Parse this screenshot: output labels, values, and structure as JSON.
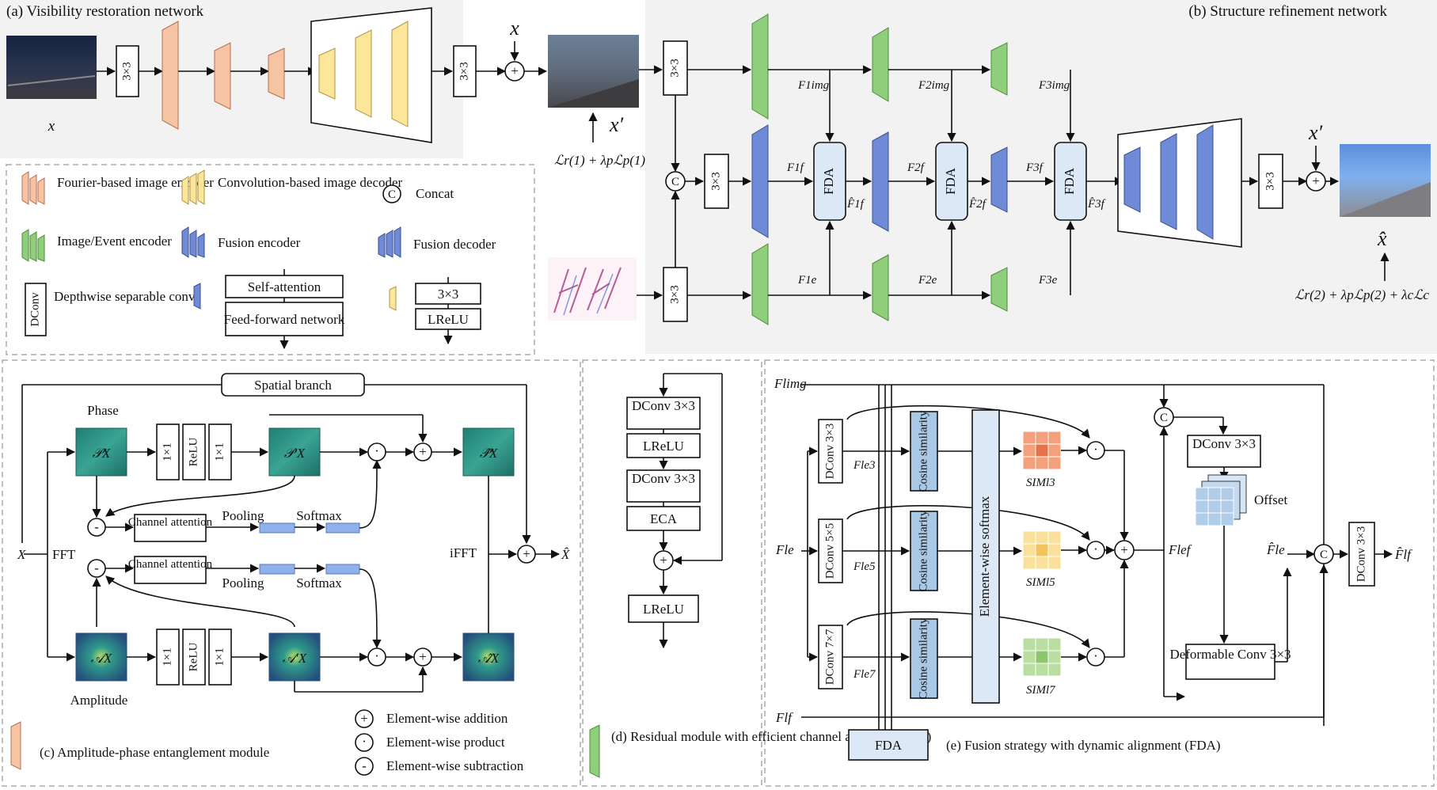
{
  "panels": {
    "a": "(a) Visibility restoration network",
    "b": "(b) Structure refinement network",
    "c": "(c) Amplitude-phase entanglement module",
    "d": "(d) Residual module with efficient channel attention (ECA)",
    "e": "(e) Fusion strategy with dynamic alignment (FDA)"
  },
  "legend": {
    "fourier_encoder": "Fourier-based image encoder",
    "conv_decoder": "Convolution-based image decoder",
    "concat": "Concat",
    "concat_symbol": "C",
    "image_event_encoder": "Image/Event encoder",
    "fusion_encoder": "Fusion encoder",
    "fusion_decoder": "Fusion decoder",
    "dconv": "DConv",
    "dconv_desc": "Depthwise separable conv",
    "self_attention": "Self-attention",
    "ffn": "Feed-forward network",
    "conv33": "3×3",
    "lrelu": "LReLU"
  },
  "ops": {
    "conv": "3×3",
    "conv11": "1×1",
    "relu": "ReLU",
    "fda": "FDA",
    "fft": "FFT",
    "ifft": "iFFT",
    "spatial_branch": "Spatial branch",
    "channel_attention": "Channel attention",
    "pooling": "Pooling",
    "softmax": "Softmax",
    "phase": "Phase",
    "amplitude": "Amplitude",
    "dconv33": "DConv 3×3",
    "dconv55": "DConv 5×5",
    "dconv77": "DConv 7×7",
    "eca": "ECA",
    "cosine": "Cosine similarity",
    "elem_softmax": "Element-wise softmax",
    "offset": "Offset",
    "deformable": "Deformable Conv 3×3"
  },
  "symbols": {
    "x": "x",
    "x_prime": "x′",
    "x_hat": "x̂",
    "X": "X",
    "X_hat": "X̂",
    "loss1": "ℒr(1) + λpℒp(1)",
    "loss2": "ℒr(2) + λpℒp(2) + λcℒc",
    "F1img": "F1img",
    "F2img": "F2img",
    "F3img": "F3img",
    "F1f": "F1f",
    "F2f": "F2f",
    "F3f": "F3f",
    "F1fh": "F̂1f",
    "F2fh": "F̂2f",
    "F3fh": "F̂3f",
    "F1e": "F1e",
    "F2e": "F2e",
    "F3e": "F3e",
    "Fl_img": "Flimg",
    "Fl_e": "Fle",
    "Fl_f": "Flf",
    "Fl_ef": "Flef",
    "Fl_e_hat": "F̂le",
    "Fl_f_hat": "F̂lf",
    "Fl_e3": "Fle3",
    "Fl_e5": "Fle5",
    "Fl_e7": "Fle7",
    "sim3": "SIMl3",
    "sim5": "SIMl5",
    "sim7": "SIMl7",
    "Px": "𝒫X",
    "Px_p": "𝒫′X",
    "Px_h": "𝒫̂X",
    "Ax": "𝒜X",
    "Ax_p": "𝒜′X",
    "Ax_h": "𝒜̂X"
  },
  "legend_ops": {
    "add": "Element-wise addition",
    "prod": "Element-wise product",
    "sub": "Element-wise subtraction",
    "add_sym": "+",
    "prod_sym": "·",
    "sub_sym": "-"
  },
  "colors": {
    "fourier": "#f7c4a3",
    "decoder": "#fbe69a",
    "encoder": "#8fce7a",
    "fusion": "#6f8bd8",
    "fda_fill": "#dce8f5",
    "panel_bg": "#f2f2f2"
  }
}
